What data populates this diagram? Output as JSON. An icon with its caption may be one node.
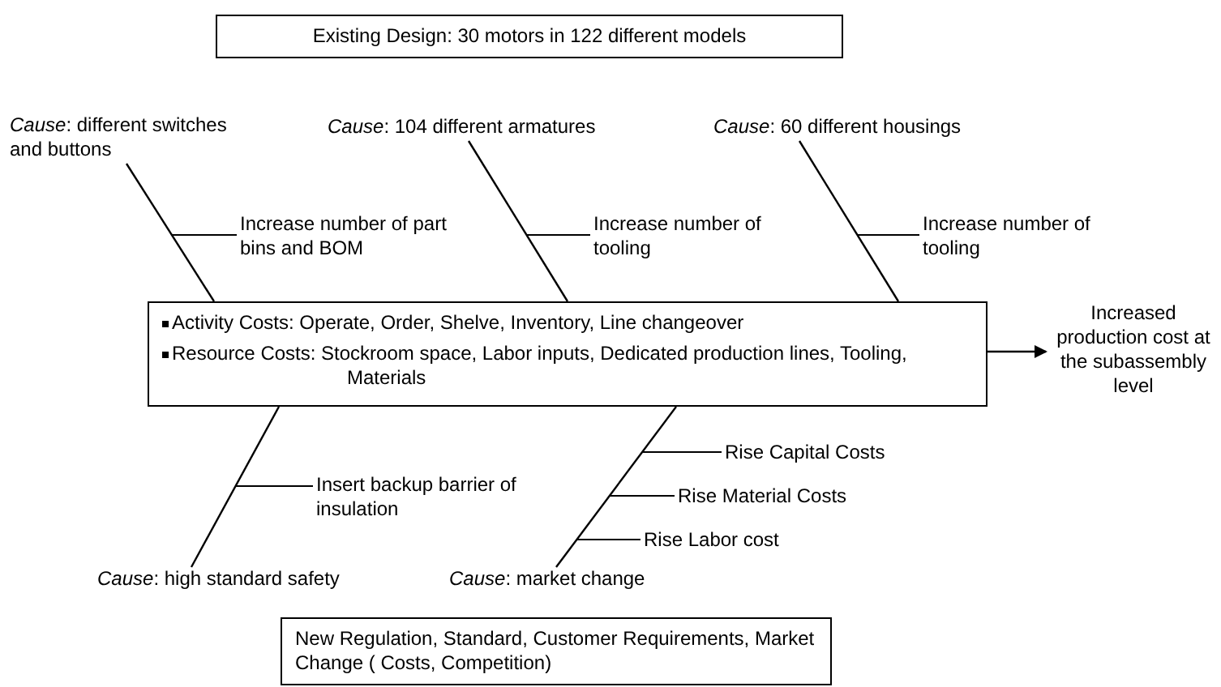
{
  "diagram": {
    "nodes": [
      {
        "text": [
          "Existing Design: 30 motors in 122 different models"
        ]
      },
      {
        "text": [
          "*Cause*: different switches and buttons"
        ]
      },
      {
        "text": [
          "*Cause*: 104 different armatures"
        ]
      },
      {
        "text": [
          "*Cause*: 60 different housings"
        ]
      },
      {
        "text": [
          "Activity Costs: Operate, Order, Shelve, Inventory, Line changeover",
          "Resource Costs: Stockroom space, Labor inputs, Dedicated production lines, Tooling, Materials"
        ]
      },
      {
        "text": [
          "Increased production cost at the subassembly level"
        ]
      },
      {
        "text": [
          "*Cause*: high standard safety"
        ]
      },
      {
        "text": [
          "*Cause*: market change"
        ]
      },
      {
        "text": [
          "New Regulation, Standard, Customer Requirements, Market Change ( Costs, Competition)"
        ]
      }
    ],
    "edges": [
      {
        "from": 1,
        "to": 4,
        "arrow": "none"
      },
      {
        "from": 2,
        "to": 4,
        "arrow": "none"
      },
      {
        "from": 3,
        "to": 4,
        "arrow": "none"
      },
      {
        "from": 6,
        "to": 4,
        "arrow": "none"
      },
      {
        "from": 7,
        "to": 4,
        "arrow": "none"
      },
      {
        "from": 4,
        "to": 5,
        "arrow": "to"
      }
    ],
    "labels": [
      "Increase number of part bins and BOM",
      "Increase number of tooling",
      "Increase number of tooling",
      "Rise Capital Costs",
      "Insert backup barrier of insulation",
      "Rise Material Costs",
      "Rise Labor cost"
    ]
  }
}
